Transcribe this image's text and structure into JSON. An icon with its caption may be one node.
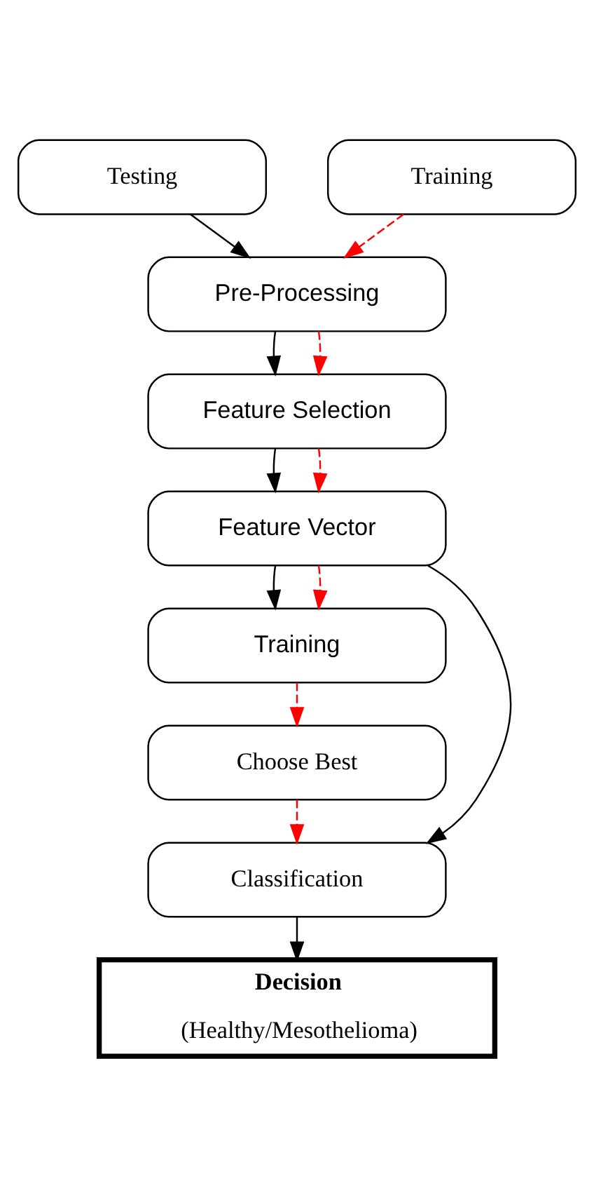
{
  "diagram": {
    "nodes": [
      {
        "text": [
          "Testing"
        ]
      },
      {
        "text": [
          "Training"
        ]
      },
      {
        "text": [
          "Pre-Processing"
        ]
      },
      {
        "text": [
          "Feature Selection"
        ]
      },
      {
        "text": [
          "Feature Vector"
        ]
      },
      {
        "text": [
          "Training"
        ]
      },
      {
        "text": [
          "Choose Best"
        ]
      },
      {
        "text": [
          "Classification"
        ]
      },
      {
        "text": [
          "Decision",
          "(Healthy/Mesothelioma)"
        ]
      }
    ],
    "edges": [
      {
        "from": 0,
        "to": 2,
        "arrow": "to"
      },
      {
        "from": 1,
        "to": 2,
        "arrow": "to",
        "style": "dashed",
        "color": "#ff0000"
      },
      {
        "from": 2,
        "to": 3,
        "arrow": "to"
      },
      {
        "from": 2,
        "to": 3,
        "arrow": "to",
        "style": "dashed",
        "color": "#ff0000"
      },
      {
        "from": 3,
        "to": 4,
        "arrow": "to"
      },
      {
        "from": 3,
        "to": 4,
        "arrow": "to",
        "style": "dashed",
        "color": "#ff0000"
      },
      {
        "from": 4,
        "to": 5,
        "arrow": "to"
      },
      {
        "from": 4,
        "to": 5,
        "arrow": "to",
        "style": "dashed",
        "color": "#ff0000"
      },
      {
        "from": 5,
        "to": 6,
        "arrow": "to",
        "style": "dashed",
        "color": "#ff0000"
      },
      {
        "from": 6,
        "to": 7,
        "arrow": "to",
        "style": "dashed",
        "color": "#ff0000"
      },
      {
        "from": 4,
        "to": 7,
        "arrow": "to"
      },
      {
        "from": 7,
        "to": 8,
        "arrow": "to"
      }
    ]
  }
}
